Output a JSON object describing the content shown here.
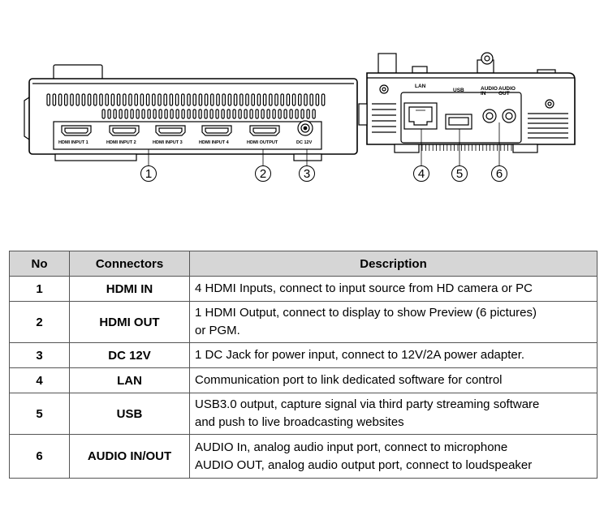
{
  "diagram": {
    "front_ports": [
      "HDMI INPUT 1",
      "HDMI INPUT 2",
      "HDMI INPUT 3",
      "HDMI INPUT 4",
      "HDMI OUTPUT"
    ],
    "dc_label": "DC 12V",
    "side_labels": {
      "lan": "LAN",
      "usb": "USB",
      "audio_in": "AUDIO IN",
      "audio_out": "AUDIO OUT"
    },
    "callouts": [
      "1",
      "2",
      "3",
      "4",
      "5",
      "6"
    ]
  },
  "table": {
    "headers": {
      "no": "No",
      "connectors": "Connectors",
      "description": "Description"
    },
    "rows": [
      {
        "no": "1",
        "connector": "HDMI IN",
        "description": [
          "4 HDMI Inputs, connect to input source from HD camera or PC"
        ]
      },
      {
        "no": "2",
        "connector": "HDMI OUT",
        "description": [
          "1 HDMI Output, connect to display to show Preview (6 pictures)",
          "or PGM."
        ]
      },
      {
        "no": "3",
        "connector": "DC 12V",
        "description": [
          "1 DC Jack for power input, connect to 12V/2A power adapter."
        ]
      },
      {
        "no": "4",
        "connector": "LAN",
        "description": [
          "Communication port to link dedicated software for control"
        ]
      },
      {
        "no": "5",
        "connector": "USB",
        "description": [
          "USB3.0 output, capture signal via third party streaming software",
          "and push to live broadcasting websites"
        ]
      },
      {
        "no": "6",
        "connector": "AUDIO IN/OUT",
        "description": [
          "AUDIO In, analog audio input port, connect to microphone",
          "AUDIO OUT, analog audio output port, connect to loudspeaker"
        ]
      }
    ]
  }
}
